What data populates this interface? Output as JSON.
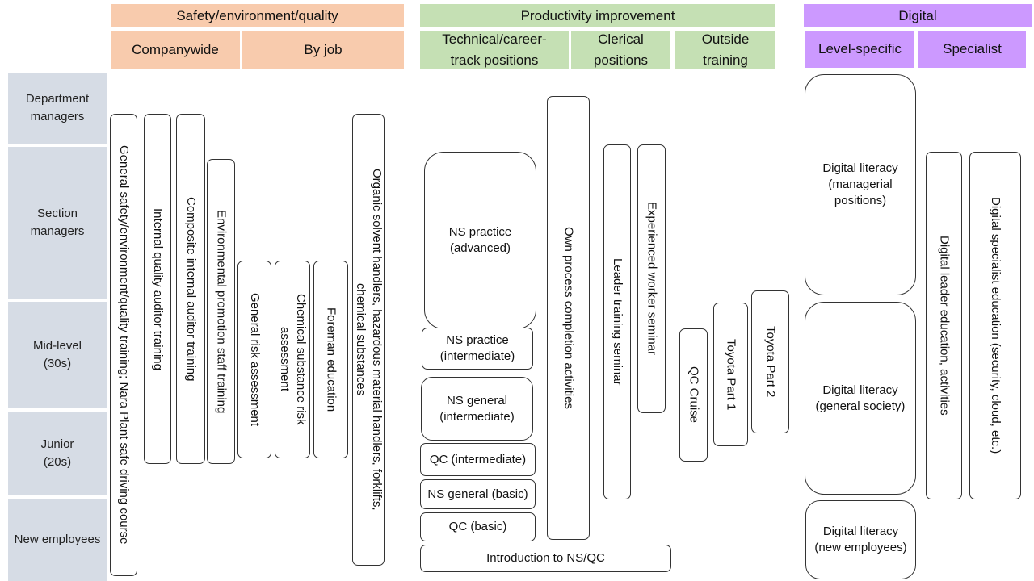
{
  "headers": {
    "safety": "Safety/environment/quality",
    "productivity": "Productivity improvement",
    "digital": "Digital",
    "companywide": "Companywide",
    "by_job": "By job",
    "technical_1": "Technical/career-",
    "technical_2": "track positions",
    "clerical_1": "Clerical",
    "clerical_2": "positions",
    "outside_1": "Outside",
    "outside_2": "training",
    "level_specific": "Level-specific",
    "specialist": "Specialist"
  },
  "levels": {
    "dept_1": "Department",
    "dept_2": "managers",
    "section_1": "Section",
    "section_2": "managers",
    "mid_1": "Mid-level",
    "mid_2": "(30s)",
    "junior_1": "Junior",
    "junior_2": "(20s)",
    "new": "New employees"
  },
  "courses": {
    "general_safety": "General safety/environment/quality training; Nara Plant safe driving course",
    "internal_quality": "Internal quality auditor training",
    "composite_auditor": "Composite internal auditor training",
    "env_promotion": "Environmental promotion staff training",
    "general_risk": "General risk assessment",
    "chem_risk_1": "Chemical substance risk",
    "chem_risk_2": "assessment",
    "foreman": "Foreman education",
    "organic_1": "Organic solvent handlers, hazardous material handlers, forklifts,",
    "organic_2": "chemical substances",
    "ns_adv_1": "NS practice",
    "ns_adv_2": "(advanced)",
    "ns_int_1": "NS practice",
    "ns_int_2": "(intermediate)",
    "ns_gen_int_1": "NS general",
    "ns_gen_int_2": "(intermediate)",
    "qc_int": "QC (intermediate)",
    "ns_gen_basic": "NS general (basic)",
    "qc_basic": "QC (basic)",
    "intro_ns_qc": "Introduction to NS/QC",
    "own_process": "Own process completion activities",
    "leader_seminar": "Leader training seminar",
    "experienced_seminar": "Experienced worker seminar",
    "qc_cruise": "QC Cruise",
    "toyota_1": "Toyota Part 1",
    "toyota_2": "Toyota Part 2",
    "dl_mgr_1": "Digital literacy",
    "dl_mgr_2": "(managerial",
    "dl_mgr_3": "positions)",
    "dl_gen_1": "Digital literacy",
    "dl_gen_2": "(general society)",
    "dl_new_1": "Digital literacy",
    "dl_new_2": "(new employees)",
    "digital_leader": "Digital leader education, activities",
    "digital_specialist": "Digital specialist education (security, cloud, etc.)"
  }
}
